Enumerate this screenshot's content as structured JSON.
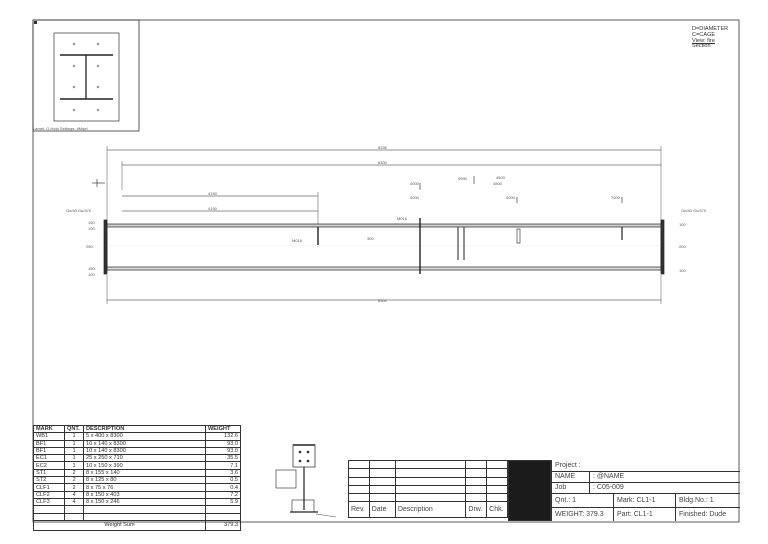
{
  "legend": {
    "line1": "D=DIAMETER",
    "line2": "C=CAGE",
    "line3": "View: fire",
    "line4": "Section"
  },
  "key_plan": {
    "caption": "Lamel: G-High Settings: #Mgel"
  },
  "elevation": {
    "dim_overall": "8335",
    "dim_inner": "8300",
    "dim_left_a": "4150",
    "dim_left_b": "4150",
    "dim_bottom": "8300",
    "label_left_top": "Gn/40\nGu/470",
    "label_right_top": "Gn/40\nGu/470",
    "depth_labels": [
      "150",
      "100",
      "250",
      "150",
      "100"
    ],
    "depth_labels_right": [
      "100",
      "200",
      "100"
    ],
    "callouts": [
      "4000",
      "4000",
      "4000",
      "9990",
      "7000",
      "4500",
      "4500",
      "M016",
      "M016",
      "300"
    ]
  },
  "bom": {
    "headers": [
      "MARK",
      "QNT.",
      "DESCRIPTION",
      "WEIGHT"
    ],
    "rows": [
      [
        "WB1",
        "1",
        "5 x 400 x 8300",
        "132.6"
      ],
      [
        "BF1",
        "1",
        "10 x 140 x 8300",
        "93.0"
      ],
      [
        "BF1",
        "1",
        "10 x 140 x 8300",
        "93.0"
      ],
      [
        "EC1",
        "1",
        "25 x 250 x 710",
        "35.5"
      ],
      [
        "EC2",
        "1",
        "10 x 150 x 390",
        "7.1"
      ],
      [
        "ST1",
        "2",
        "8 x 155 x 140",
        "3.6"
      ],
      [
        "ST2",
        "2",
        "8 x 125 x 80",
        "0.5"
      ],
      [
        "CLF1",
        "2",
        "8 x 75 x 76",
        "0.4"
      ],
      [
        "CLF2",
        "4",
        "8 x 150 x 403",
        "7.2"
      ],
      [
        "CLF3",
        "4",
        "8 x 150 x 246",
        "5.9"
      ],
      [
        "",
        "",
        "",
        ""
      ],
      [
        "",
        "",
        "",
        ""
      ]
    ],
    "sum_label": "Weight Sum",
    "sum_value": "379.3"
  },
  "revision": {
    "headers": [
      "Rev.",
      "Date",
      "Description",
      "Drw.",
      "Chk."
    ]
  },
  "title_block": {
    "project": "Project :",
    "name_label": "NAME",
    "name_value": ": @NAME",
    "job_label": "Job",
    "job_value": ": C05-009",
    "qnt": "Qnt.: 1",
    "mark": "Mark: CL1-1",
    "bldg": "Bldg.No.: 1",
    "weight": "WEIGHT: 379.3",
    "part": "Part: CL1-1",
    "finished": "Finished: Dude"
  }
}
